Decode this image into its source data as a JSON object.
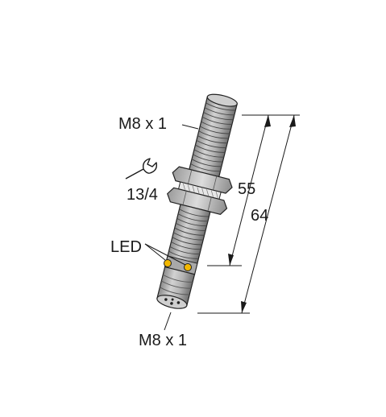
{
  "labels": {
    "thread_top": "M8 x 1",
    "wrench_size": "13/4",
    "led": "LED",
    "thread_bottom": "M8 x 1",
    "dim_55": "55",
    "dim_64": "64"
  },
  "icons": {
    "wrench": "wrench-icon"
  },
  "colors": {
    "body_gray": "#b4b4b4",
    "body_dark": "#7a7a7a",
    "outline": "#222222",
    "led_yellow": "#f2b800"
  }
}
